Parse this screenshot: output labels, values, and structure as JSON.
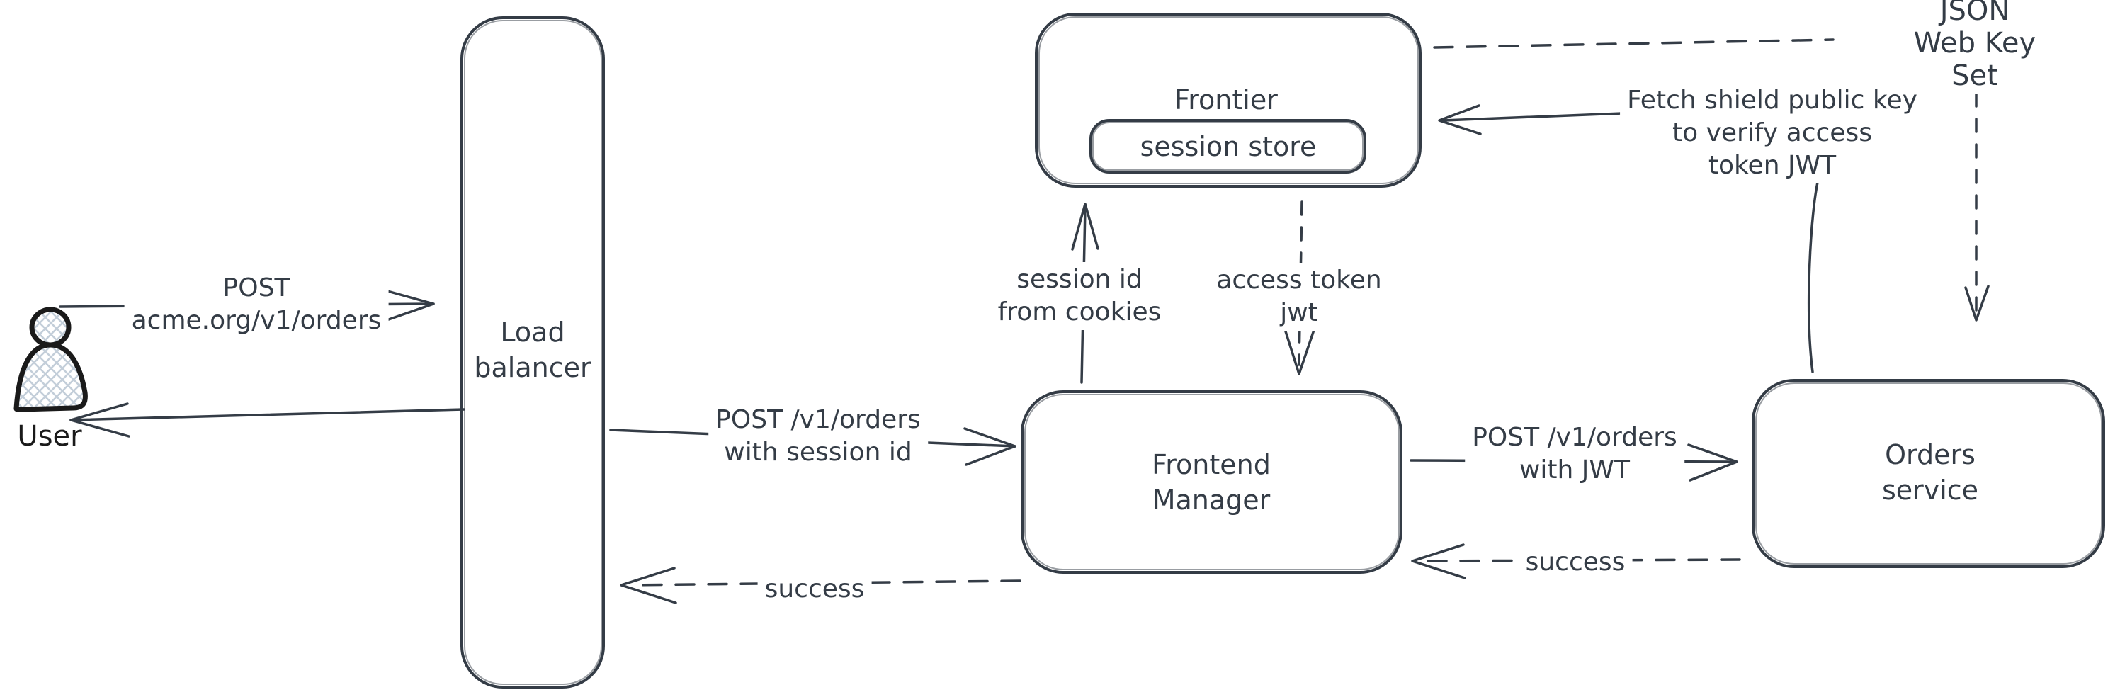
{
  "diagram": {
    "colors": {
      "stroke": "#343c46",
      "user_stroke": "#1a1a1a",
      "hatch_fill": "#c3ced9",
      "background": "#ffffff"
    },
    "nodes": {
      "user": {
        "label": "User",
        "shape": "person"
      },
      "load_balancer": {
        "label": "Load\nbalancer",
        "shape": "rounded-rect"
      },
      "frontier": {
        "label": "Frontier",
        "shape": "rounded-rect"
      },
      "session_store": {
        "label": "session store",
        "shape": "rounded-rect",
        "parent": "frontier"
      },
      "frontend_manager": {
        "label": "Frontend\nManager",
        "shape": "rounded-rect"
      },
      "orders_service": {
        "label": "Orders service",
        "shape": "rounded-rect"
      }
    },
    "edges": {
      "user_to_lb": {
        "from": "user",
        "to": "load_balancer",
        "style": "solid",
        "label": "POST\nacme.org/v1/orders"
      },
      "lb_to_user": {
        "from": "load_balancer",
        "to": "user",
        "style": "solid",
        "label": ""
      },
      "lb_to_fm": {
        "from": "load_balancer",
        "to": "frontend_manager",
        "style": "solid",
        "label": "POST /v1/orders\nwith session id"
      },
      "fm_to_lb": {
        "from": "frontend_manager",
        "to": "load_balancer",
        "style": "dashed",
        "label": "success"
      },
      "fm_to_frontier": {
        "from": "frontend_manager",
        "to": "frontier",
        "style": "solid",
        "label": "session id\nfrom cookies"
      },
      "frontier_to_fm": {
        "from": "frontier",
        "to": "frontend_manager",
        "style": "dashed",
        "label": "access token\njwt"
      },
      "fm_to_orders": {
        "from": "frontend_manager",
        "to": "orders_service",
        "style": "solid",
        "label": "POST /v1/orders\nwith JWT"
      },
      "orders_to_fm": {
        "from": "orders_service",
        "to": "frontend_manager",
        "style": "dashed",
        "label": "success"
      },
      "orders_to_frontier": {
        "from": "orders_service",
        "to": "frontier",
        "style": "solid",
        "label": "Fetch shield public key\nto verify access\ntoken JWT"
      },
      "frontier_to_orders": {
        "from": "frontier",
        "to": "orders_service",
        "style": "dashed",
        "label": "JSON Web Key Set"
      }
    }
  }
}
